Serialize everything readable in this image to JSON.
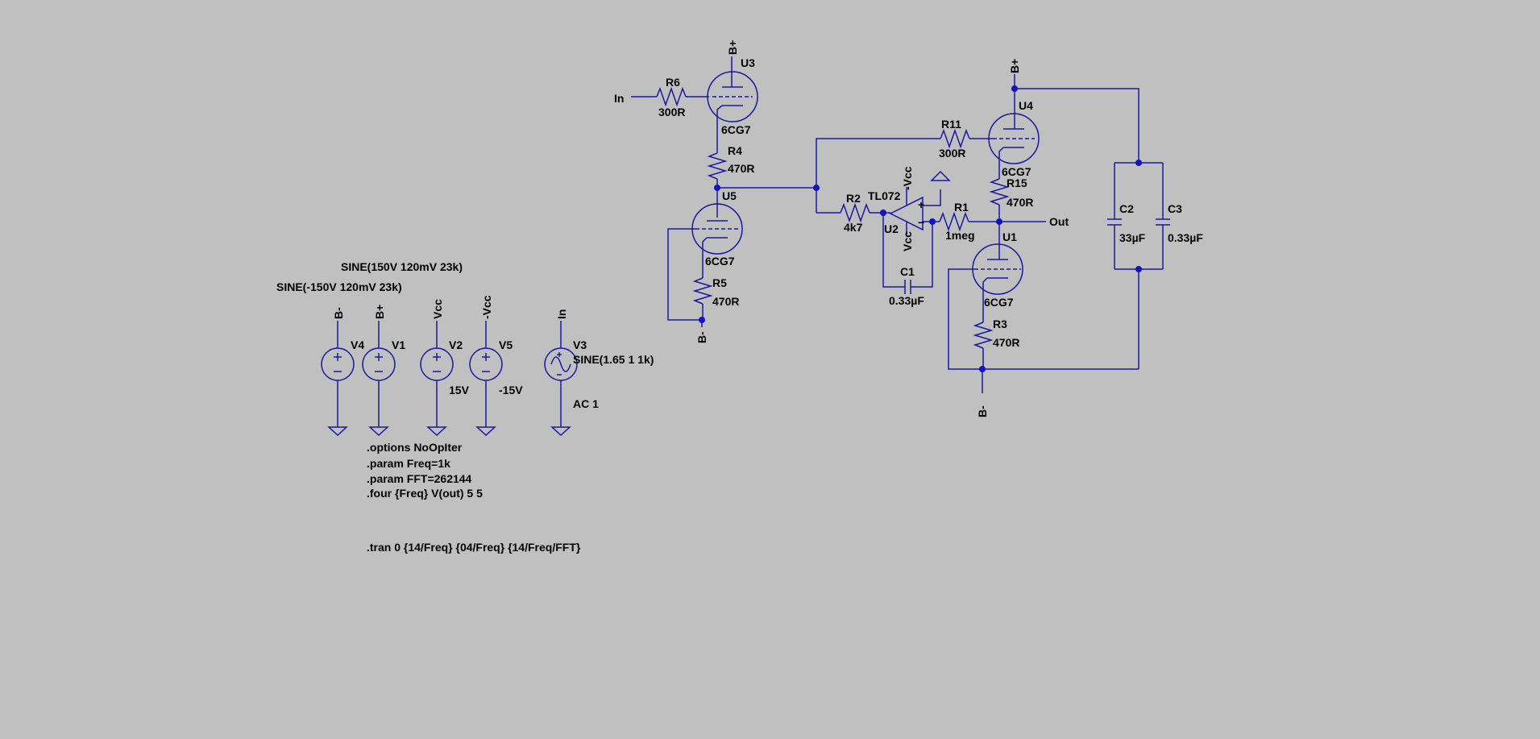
{
  "colors": {
    "background": "#c0c0c0",
    "wire": "#1818a0",
    "junction": "#1010d0",
    "text": "#000000"
  },
  "components": {
    "U3": {
      "ref": "U3",
      "model": "6CG7"
    },
    "U5": {
      "ref": "U5",
      "model": "6CG7"
    },
    "U4": {
      "ref": "U4",
      "model": "6CG7"
    },
    "U1": {
      "ref": "U1",
      "model": "6CG7"
    },
    "U2": {
      "ref": "U2",
      "model": "TL072"
    },
    "R6": {
      "ref": "R6",
      "value": "300R"
    },
    "R4": {
      "ref": "R4",
      "value": "470R"
    },
    "R5": {
      "ref": "R5",
      "value": "470R"
    },
    "R11": {
      "ref": "R11",
      "value": "300R"
    },
    "R15": {
      "ref": "R15",
      "value": "470R"
    },
    "R2": {
      "ref": "R2",
      "value": "4k7"
    },
    "R1": {
      "ref": "R1",
      "value": "1meg"
    },
    "R3": {
      "ref": "R3",
      "value": "470R"
    },
    "C1": {
      "ref": "C1",
      "value": "0.33µF"
    },
    "C2": {
      "ref": "C2",
      "value": "33µF"
    },
    "C3": {
      "ref": "C3",
      "value": "0.33µF"
    },
    "V1": {
      "ref": "V1"
    },
    "V2": {
      "ref": "V2",
      "value": "15V"
    },
    "V3": {
      "ref": "V3",
      "value": "SINE(1.65 1 1k)",
      "ac": "AC 1"
    },
    "V4": {
      "ref": "V4"
    },
    "V5": {
      "ref": "V5",
      "value": "-15V"
    }
  },
  "source_notes": {
    "v1": "SINE(150V 120mV 23k)",
    "v4": "SINE(-150V 120mV 23k)"
  },
  "net_labels": {
    "bplus": "B+",
    "bminus": "B-",
    "in": "In",
    "out": "Out",
    "vcc": "Vcc",
    "neg_vcc": "-Vcc"
  },
  "directives": [
    ".options NoOpIter",
    ".param Freq=1k",
    ".param FFT=262144",
    ".four {Freq} V(out) 5 5",
    ".tran 0 {14/Freq} {04/Freq} {14/Freq/FFT}"
  ]
}
